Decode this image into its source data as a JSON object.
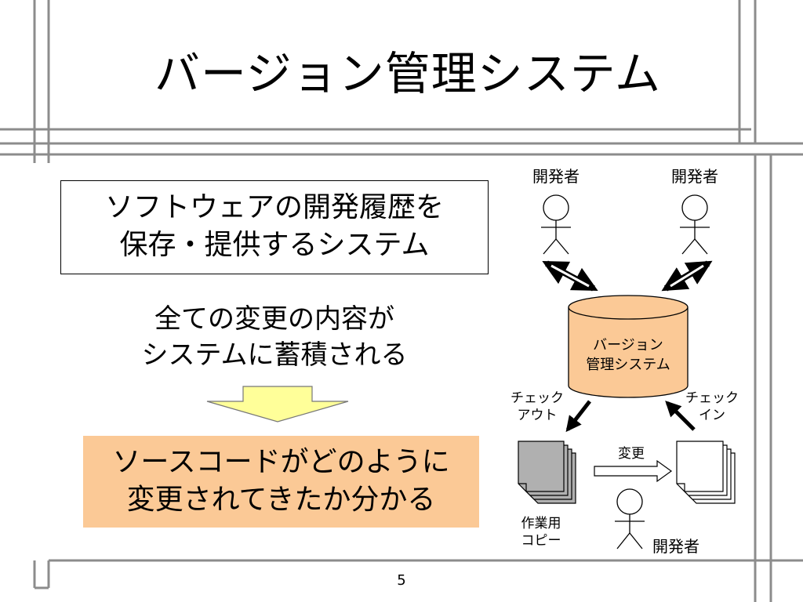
{
  "slide": {
    "title": "バージョン管理システム",
    "definition_lines": [
      "ソフトウェアの開発履歴を",
      "保存・提供するシステム"
    ],
    "middle_lines": [
      "全ての変更の内容が",
      "システムに蓄積される"
    ],
    "result_lines": [
      "ソースコードがどのように",
      "変更されてきたか分かる"
    ],
    "page_number": "5"
  },
  "diagram": {
    "developer_left": "開発者",
    "developer_right": "開発者",
    "developer_bottom": "開発者",
    "repository_lines": [
      "バージョン",
      "管理システム"
    ],
    "checkout_lines": [
      "チェック",
      "アウト"
    ],
    "checkin_lines": [
      "チェック",
      "イン"
    ],
    "change_label": "変更",
    "working_copy_lines": [
      "作業用",
      "コピー"
    ]
  },
  "colors": {
    "repository_fill": "#fbc996",
    "result_box_fill": "#fbc996",
    "down_arrow_fill": "#ffff99",
    "frame_lines": "#808080"
  }
}
